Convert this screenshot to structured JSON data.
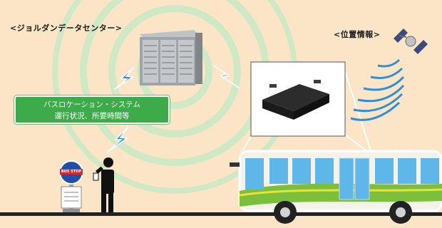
{
  "labels": {
    "data_center": "<ジョルダンデータセンター>",
    "gps": "<位置情報>",
    "system_title": "バスロケーション・システム",
    "system_subtitle": "運行状況、所要時間等",
    "bus_stop": "BUS STOP"
  },
  "colors": {
    "background": "#fbe5c6",
    "rings": "#cfe9c7",
    "system_box": "#3dab4a",
    "signal": "#2f8fd6",
    "bus_body": "#f3f3ec",
    "bus_stripe": "#7cbf3c",
    "bus_window": "#5fb6e8",
    "ground": "#222222"
  },
  "icons": [
    "server-rack-icon",
    "lightning-signal-icon",
    "satellite-icon",
    "gps-signal-waves-icon",
    "onboard-device-icon",
    "bus-stop-sign-icon",
    "person-with-phone-icon",
    "bus-icon"
  ]
}
